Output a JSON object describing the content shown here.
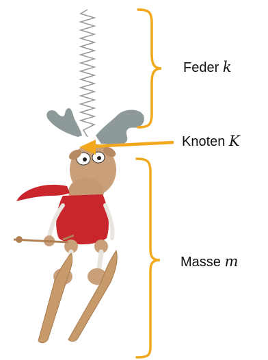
{
  "labels": {
    "spring": {
      "text": "Feder",
      "symbol": "k"
    },
    "knot": {
      "text": "Knoten",
      "symbol": "K"
    },
    "mass": {
      "text": "Masse",
      "symbol": "m"
    }
  },
  "colors": {
    "bracket": "#F2A81D",
    "arrow": "#F2A81D",
    "antler": "#8E9A99",
    "wood": "#C9A07A",
    "shirt": "#C8262C",
    "ski": "#C79A6A",
    "spring": "#9A9A9A"
  }
}
